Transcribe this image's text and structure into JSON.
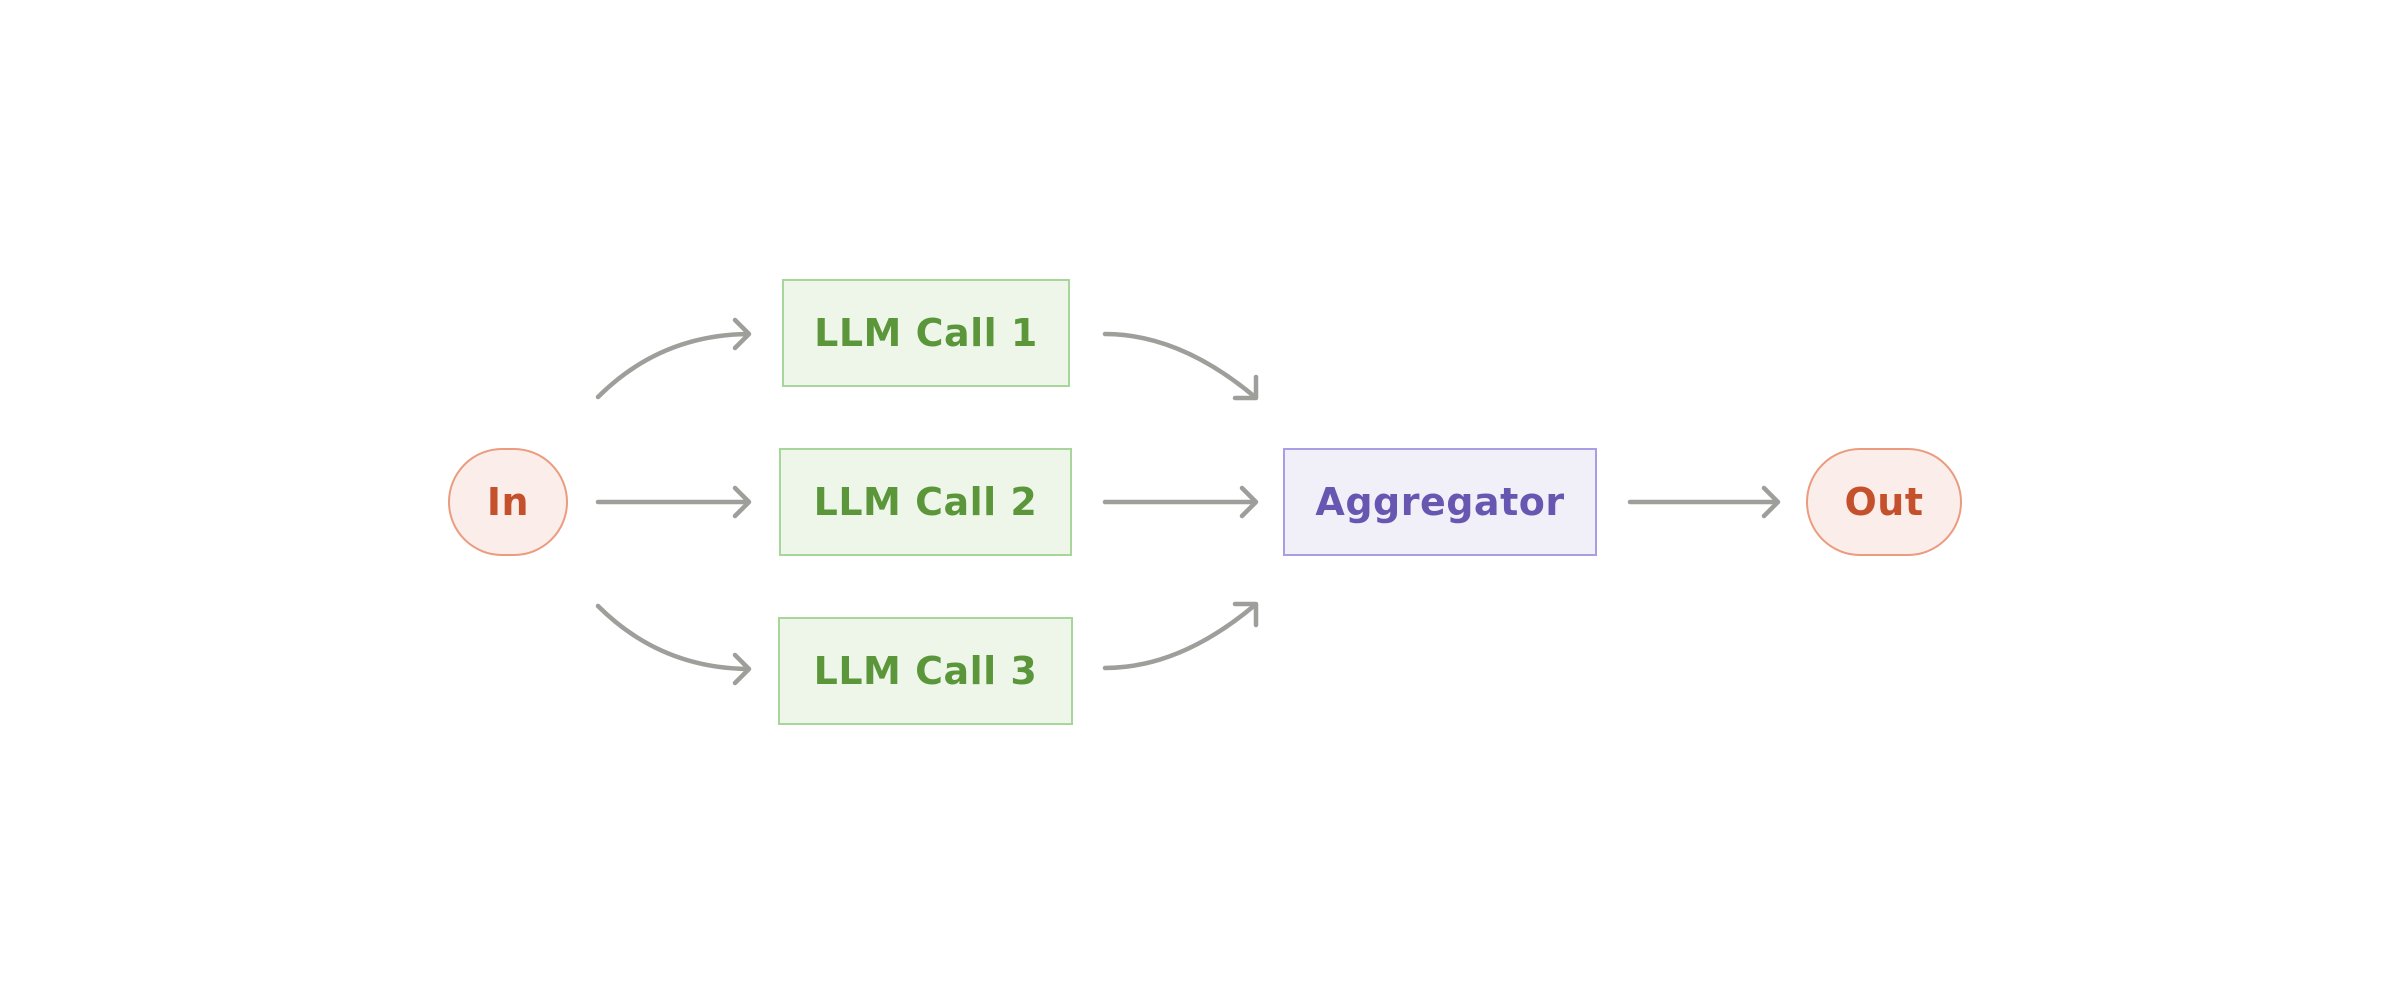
{
  "diagram": {
    "nodes": {
      "in": "In",
      "llm_call_1": "LLM Call 1",
      "llm_call_2": "LLM Call 2",
      "llm_call_3": "LLM Call 3",
      "aggregator": "Aggregator",
      "out": "Out"
    },
    "edges": [
      {
        "from": "In",
        "to": "LLM Call 1"
      },
      {
        "from": "In",
        "to": "LLM Call 2"
      },
      {
        "from": "In",
        "to": "LLM Call 3"
      },
      {
        "from": "LLM Call 1",
        "to": "Aggregator"
      },
      {
        "from": "LLM Call 2",
        "to": "Aggregator"
      },
      {
        "from": "LLM Call 3",
        "to": "Aggregator"
      },
      {
        "from": "Aggregator",
        "to": "Out"
      }
    ],
    "colors": {
      "terminal_border": "#eb9b7e",
      "terminal_fill": "#fbeeea",
      "terminal_text": "#c4502c",
      "llm_border": "#a8d69a",
      "llm_fill": "#eef6ea",
      "llm_text": "#5b963a",
      "aggregator_border": "#a99ee3",
      "aggregator_fill": "#f1f0f8",
      "aggregator_text": "#6857b1",
      "edge": "#9e9e9a"
    }
  }
}
